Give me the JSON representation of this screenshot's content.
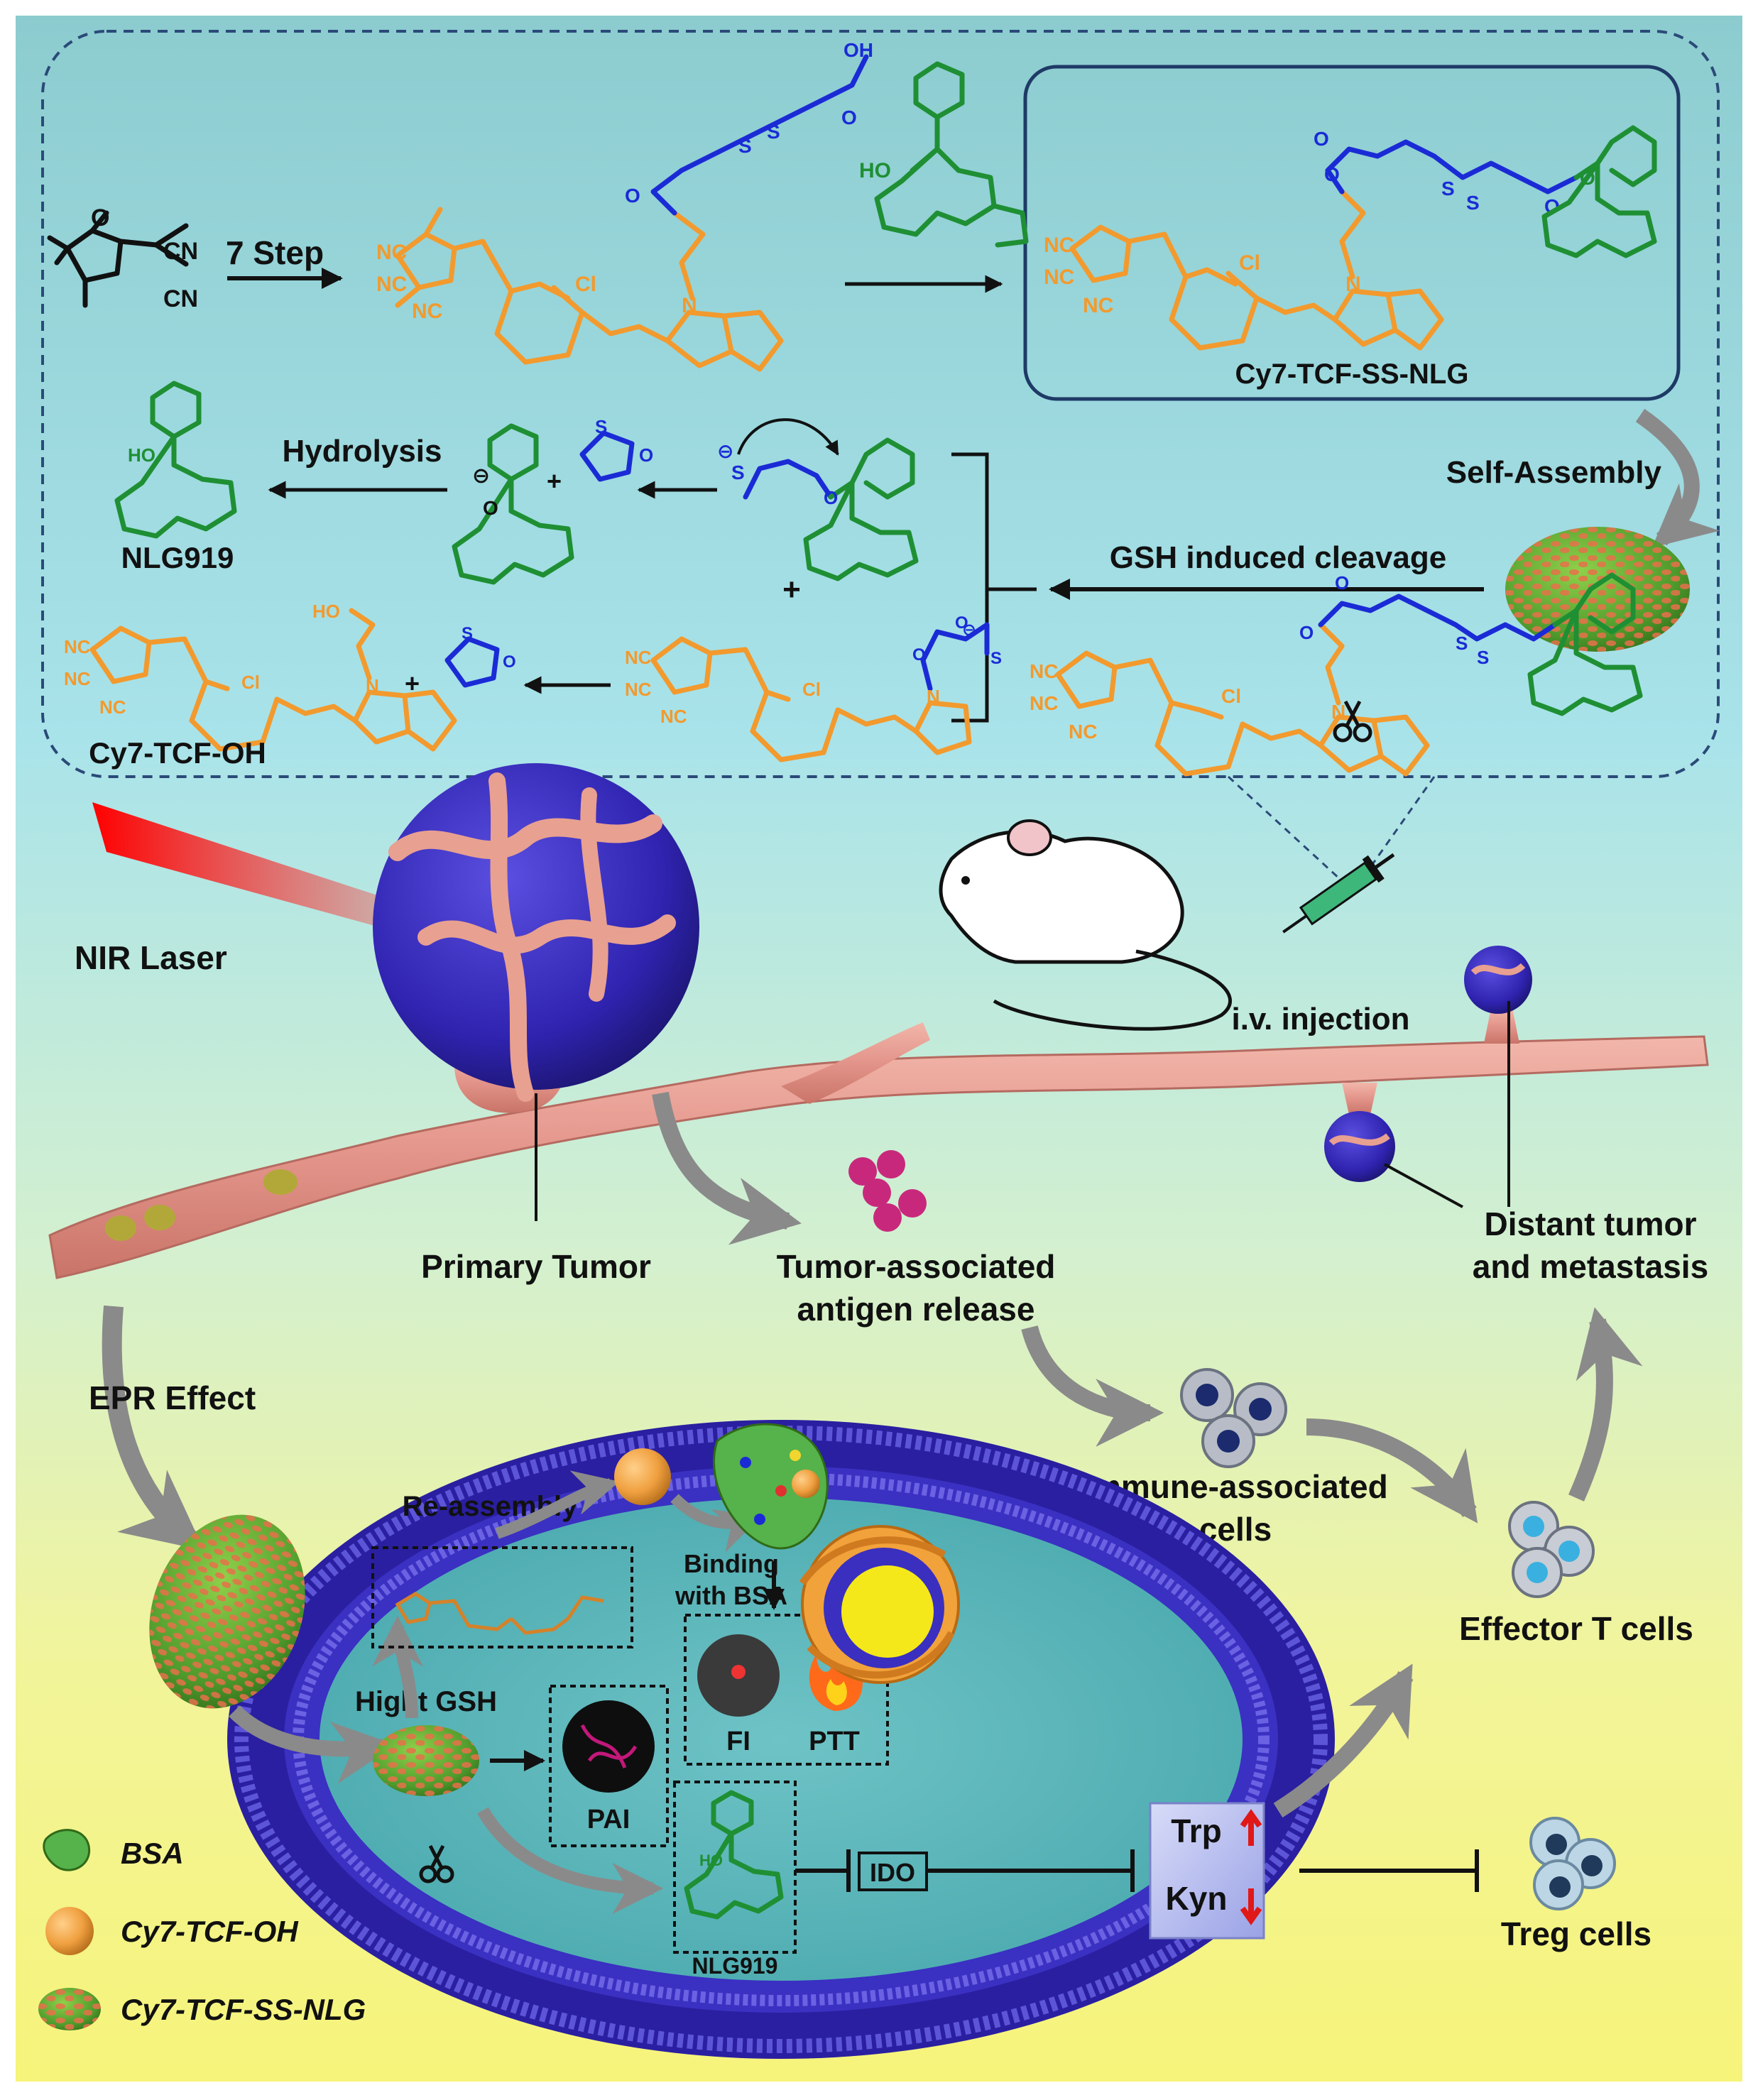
{
  "labels": {
    "seven_step": "7 Step",
    "cy7_tcf_ss_nlg": "Cy7-TCF-SS-NLG",
    "hydrolysis": "Hydrolysis",
    "self_assembly": "Self-Assembly",
    "gsh_cleavage": "GSH induced cleavage",
    "nlg919": "NLG919",
    "cy7_tcf_oh": "Cy7-TCF-OH",
    "nir_laser": "NIR Laser",
    "iv_injection": "i.v. injection",
    "primary_tumor": "Primary Tumor",
    "antigen_release_1": "Tumor-associated",
    "antigen_release_2": "antigen release",
    "distant_tumor_1": "Distant tumor",
    "distant_tumor_2": "and metastasis",
    "epr_effect": "EPR Effect",
    "immune_cells_1": "Immune-associated",
    "immune_cells_2": "cells",
    "effector_t_cells": "Effector T cells",
    "re_assembly": "Re-assembly",
    "binding_bsa_1": "Binding",
    "binding_bsa_2": "with BSA",
    "high_gsh": "Hight GSH",
    "fi": "FI",
    "ptt": "PTT",
    "pai": "PAI",
    "ido": "IDO",
    "nlg919_cell": "NLG919",
    "trp": "Trp",
    "kyn": "Kyn",
    "treg_cells": "Treg cells",
    "plus_1": "+",
    "plus_2": "+",
    "plus_3": "+",
    "plus_4": "+"
  },
  "legend": {
    "bsa": "BSA",
    "cy7_tcf_oh": "Cy7-TCF-OH",
    "cy7_tcf_ss_nlg": "Cy7-TCF-SS-NLG"
  },
  "atoms": {
    "nc": "NC",
    "cn": "CN",
    "cl": "Cl",
    "n": "N",
    "o": "O",
    "s": "S",
    "ho": "HO",
    "oh": "OH",
    "minus": "⊖"
  },
  "colors": {
    "dye_orange": "#f29a2e",
    "drug_green": "#1f8f34",
    "linker_blue": "#1a2bd6",
    "tumor_blue": "#3a2fbf",
    "vessel_pink": "#e59a8c",
    "laser_red": "#ff1a1a",
    "bg_top": "#8fcfd0",
    "bg_bottom": "#f4f47a"
  },
  "icons": [
    "scissors-icon",
    "fire-icon",
    "mouse-icon",
    "syringe-icon"
  ]
}
